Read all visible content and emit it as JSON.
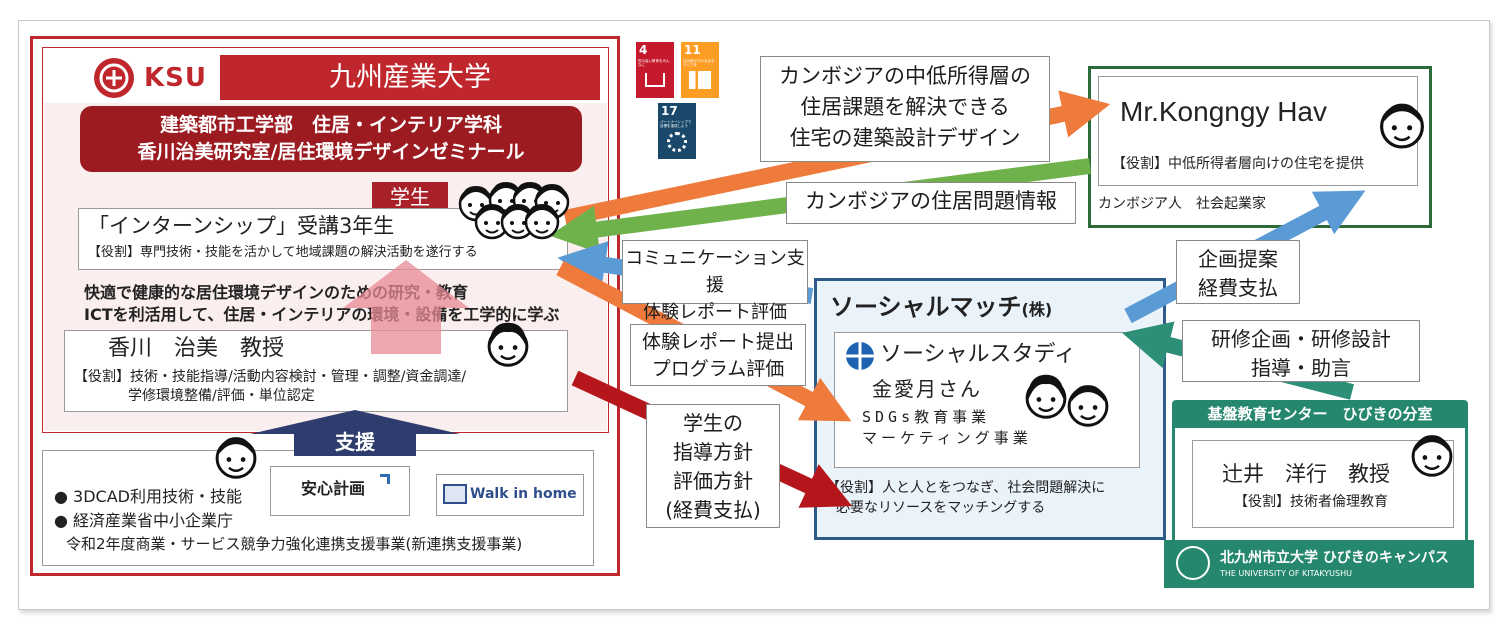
{
  "ksu": {
    "logo_text": "KSU",
    "name": "九州産業大学",
    "dept_line1": "建築都市工学部　住居・インテリア学科",
    "dept_line2": "香川治美研究室/居住環境デザインゼミナール",
    "student_tag": "学生",
    "intern_title": "「インターンシップ」受講3年生",
    "intern_role": "【役割】専門技術・技能を活かして地域課題の解決活動を遂行する",
    "research_line1": "快適で健康的な居住環境デザインのための研究・教育",
    "research_line2": "ICTを利活用して、住居・インテリアの環境・設備を工学的に学ぶ",
    "prof_name": "香川　治美　教授",
    "prof_role_line1": "【役割】技術・技能指導/活動内容検討・管理・調整/資金調達/",
    "prof_role_line2": "学修環境整備/評価・単位認定",
    "support_label": "支援",
    "support_item1": "●  3DCAD利用技術・技能",
    "support_item2": "●  経済産業省中小企業庁",
    "support_item3": "令和2年度商業・サービス競争力強化連携支援事業(新連携支援事業)",
    "logo_anshin": "安心計画",
    "logo_walk": "Walk in home"
  },
  "sdgs": {
    "goal4_num": "4",
    "goal4_text": "質の高い教育をみんなに",
    "goal11_num": "11",
    "goal11_text": "住み続けられるまちづくりを",
    "goal17_num": "17",
    "goal17_text": "パートナーシップで目標を達成しよう"
  },
  "callouts": {
    "design_line1": "カンボジアの中低所得層の",
    "design_line2": "住居課題を解決できる",
    "design_line3": "住宅の建築設計デザイン",
    "housing_info": "カンボジアの住居問題情報",
    "comm_line1": "コミュニケーション支援",
    "comm_line2": "体験レポート評価",
    "report_line1": "体験レポート提出",
    "report_line2": "プログラム評価",
    "guide_line1": "学生の",
    "guide_line2": "指導方針",
    "guide_line3": "評価方針",
    "guide_line4": "(経費支払)",
    "plan_line1": "企画提案",
    "plan_line2": "経費支払",
    "train_line1": "研修企画・研修設計",
    "train_line2": "指導・助言"
  },
  "kongngy": {
    "name": "Mr.Kongngy Hav",
    "role": "【役割】中低所得者層向けの住宅を提供",
    "desc": "カンボジア人　社会起業家"
  },
  "social": {
    "company": "ソーシャルマッチ",
    "company_suffix": "(株)",
    "study_name": "ソーシャルスタディ",
    "person": "金愛月さん",
    "biz1": "SDGs教育事業",
    "biz2": "マーケティング事業",
    "role_line1": "【役割】人と人とをつなぎ、社会問題解決に",
    "role_line2": "必要なリソースをマッチングする"
  },
  "kita": {
    "center": "基盤教育センター　ひびきの分室",
    "prof_name": "辻井　洋行　教授",
    "prof_role": "【役割】技術者倫理教育",
    "univ_name": "北九州市立大学 ひびきのキャンパス",
    "univ_en": "THE UNIVERSITY OF KITAKYUSHU"
  },
  "colors": {
    "ksu_red": "#c0272d",
    "ksu_dark_red": "#9b1b21",
    "arrow_orange": "#ee7a3c",
    "arrow_green": "#6fb24c",
    "arrow_blue": "#5b9bd5",
    "arrow_dark_red": "#b5161c",
    "arrow_teal": "#2e8f78",
    "social_blue": "#2e5b8a",
    "kong_green": "#2d6b3a",
    "kita_teal": "#26876f"
  }
}
